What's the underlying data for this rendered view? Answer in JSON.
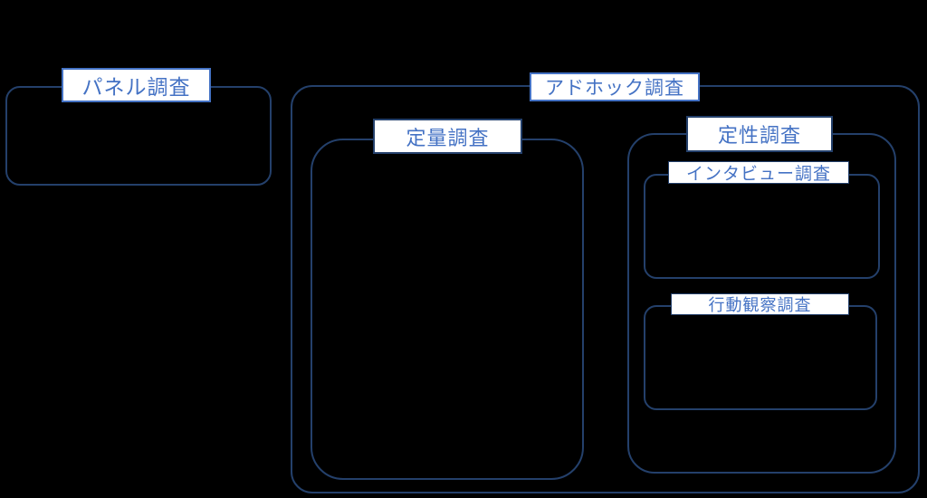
{
  "colors": {
    "background": "#000000",
    "box_border": "#24406B",
    "label_border_bright": "#4472C4",
    "label_border_dark": "#24406B",
    "label_text": "#4472C4",
    "label_background": "#FFFFFF"
  },
  "diagram": {
    "panel": {
      "label": "パネル調査"
    },
    "adhoc": {
      "label": "アドホック調査"
    },
    "quantitative": {
      "label": "定量調査"
    },
    "qualitative": {
      "label": "定性調査"
    },
    "interview": {
      "label": "インタビュー調査"
    },
    "behavior": {
      "label": "行動観察調査"
    }
  }
}
